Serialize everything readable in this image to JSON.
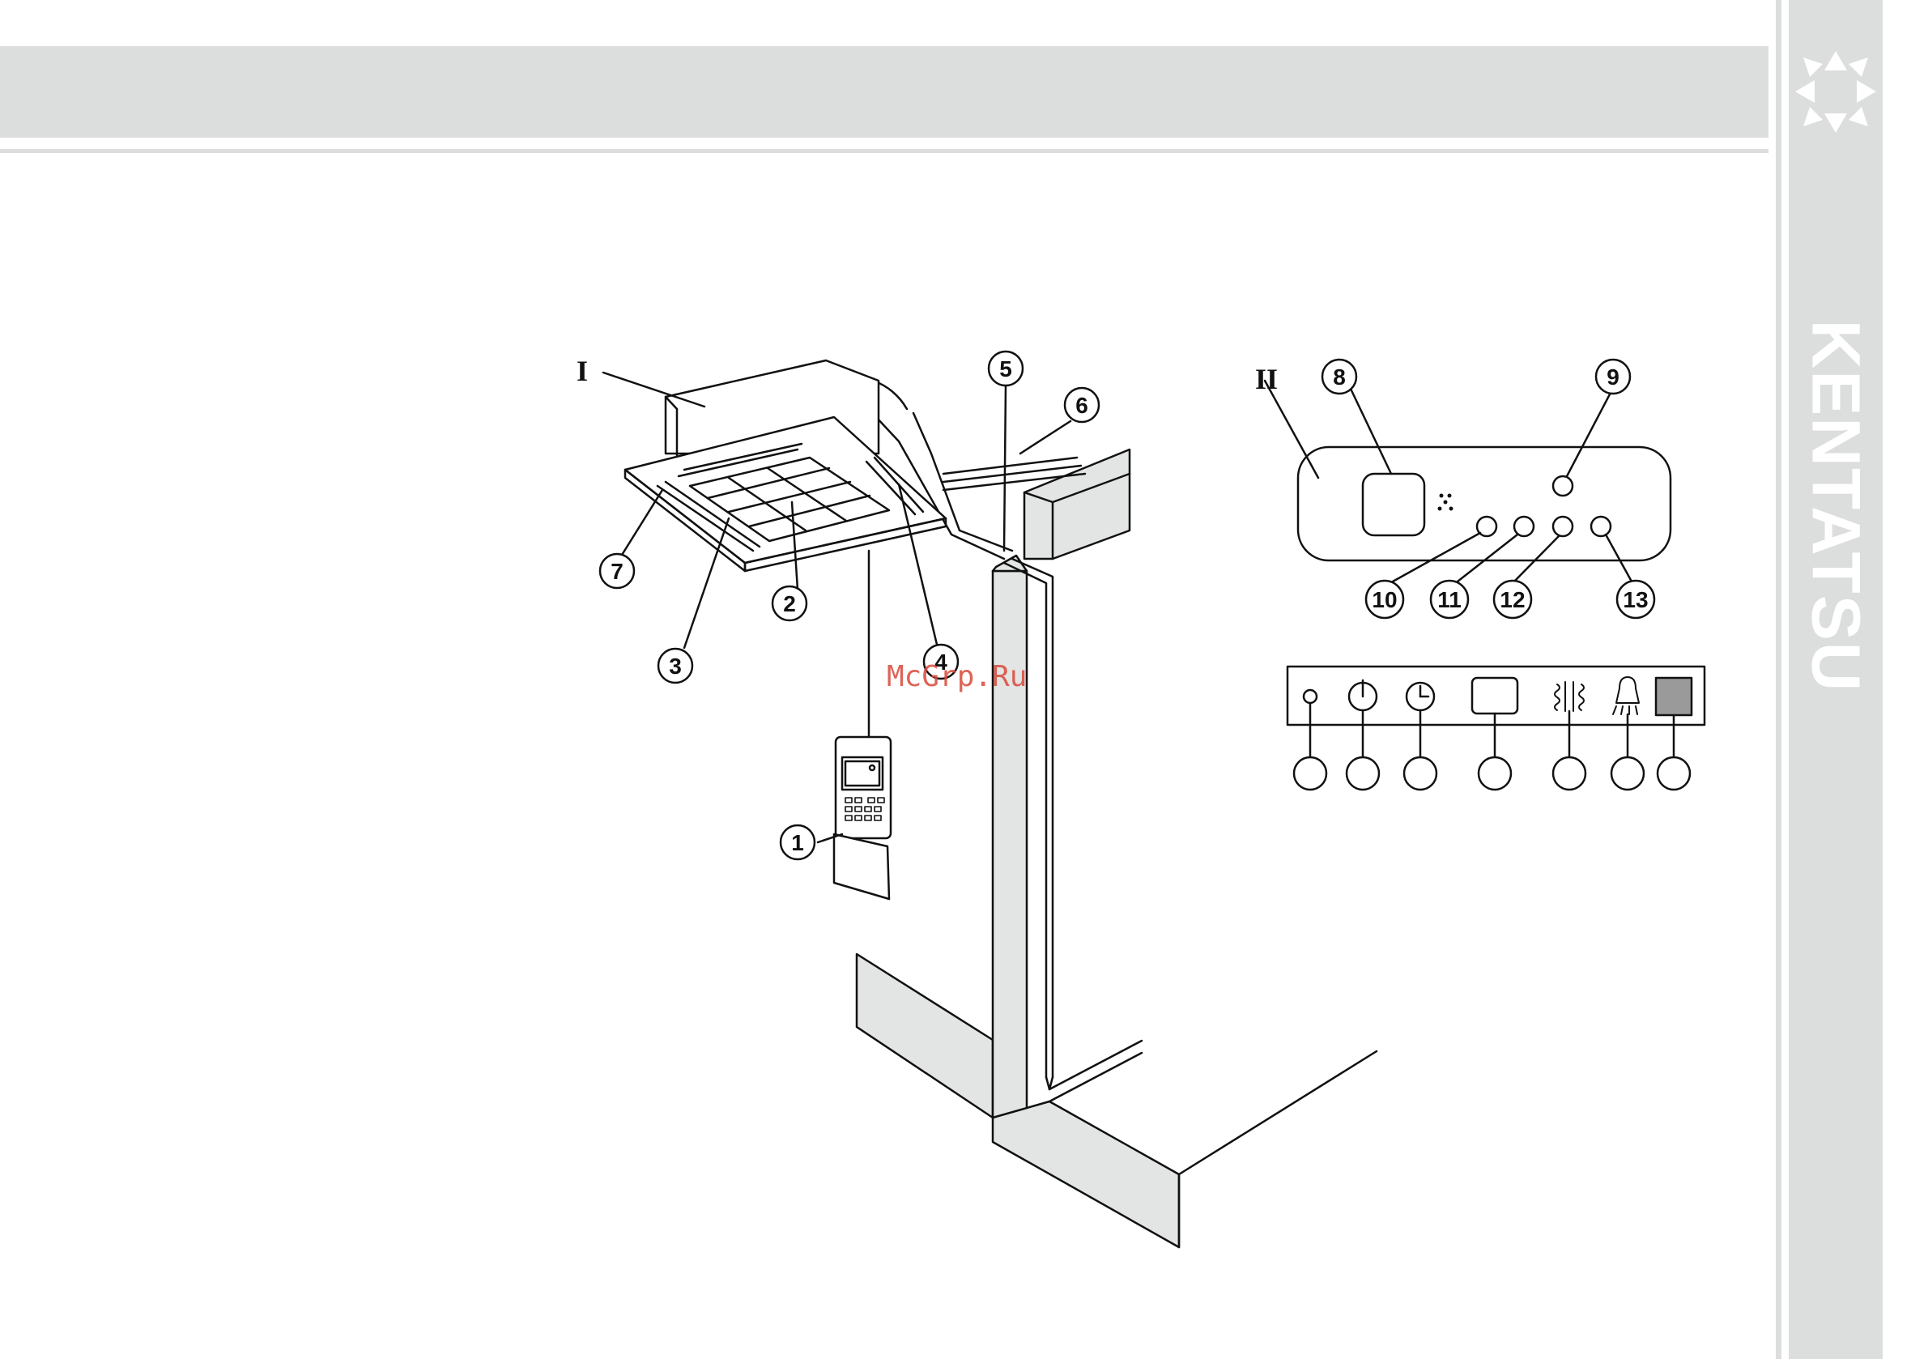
{
  "brand": {
    "name": "KENTATSU"
  },
  "watermark": "McGrp.Ru",
  "figures": {
    "cassette": {
      "roman": "I"
    },
    "display": {
      "roman": "II"
    }
  },
  "callouts": {
    "c1": "1",
    "c2": "2",
    "c3": "3",
    "c4": "4",
    "c5": "5",
    "c6": "6",
    "c7": "7",
    "c8": "8",
    "c9": "9",
    "c10": "10",
    "c11": "11",
    "c12": "12",
    "c13": "13"
  },
  "indicator_panel": {
    "slots": [
      "",
      "",
      "",
      "",
      "",
      "",
      ""
    ],
    "icons": [
      "led-indicator-icon",
      "power-icon",
      "timer-icon",
      "display-window",
      "defrost-icon",
      "fan-icon",
      "receiver-window"
    ]
  },
  "colors": {
    "band": "#dcdddd",
    "line": "#111111",
    "wall_fill": "#e3e4e4",
    "watermark": "#d84a3a"
  }
}
